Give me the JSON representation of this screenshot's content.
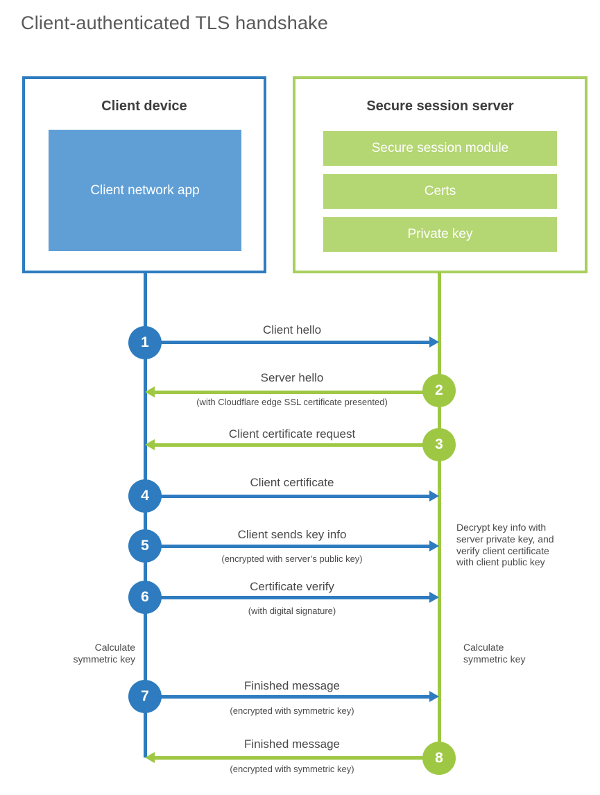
{
  "title": "Client-authenticated TLS handshake",
  "colors": {
    "blue": "#2e7cbf",
    "blue_fill": "#5f9fd6",
    "green": "#9ec843",
    "green_border": "#a9cf5d",
    "green_fill": "#b4d673",
    "heading_text": "#3d3d3d",
    "label_text": "#484848"
  },
  "client": {
    "title": "Client device",
    "app_label": "Client network app"
  },
  "server": {
    "title": "Secure session server",
    "modules": [
      {
        "label": "Secure session module"
      },
      {
        "label": "Certs"
      },
      {
        "label": "Private key"
      }
    ]
  },
  "steps": [
    {
      "num": "1",
      "actor": "client",
      "direction": "right",
      "label": "Client hello",
      "sublabel": ""
    },
    {
      "num": "2",
      "actor": "server",
      "direction": "left",
      "label": "Server hello",
      "sublabel": "(with Cloudflare edge SSL certificate presented)"
    },
    {
      "num": "3",
      "actor": "server",
      "direction": "left",
      "label": "Client certificate request",
      "sublabel": ""
    },
    {
      "num": "4",
      "actor": "client",
      "direction": "right",
      "label": "Client certificate",
      "sublabel": ""
    },
    {
      "num": "5",
      "actor": "client",
      "direction": "right",
      "label": "Client sends key info",
      "sublabel": "(encrypted with server’s public key)"
    },
    {
      "num": "6",
      "actor": "client",
      "direction": "right",
      "label": "Certificate verify",
      "sublabel": "(with digital signature)"
    },
    {
      "num": "7",
      "actor": "client",
      "direction": "right",
      "label": "Finished message",
      "sublabel": "(encrypted with symmetric key)"
    },
    {
      "num": "8",
      "actor": "server",
      "direction": "left",
      "label": "Finished message",
      "sublabel": "(encrypted with symmetric key)"
    }
  ],
  "notes": {
    "decrypt": "Decrypt key info with\nserver private key, and\nverify client certificate\nwith client public key",
    "calc_symmetric_left": "Calculate\nsymmetric key",
    "calc_symmetric_right": "Calculate\nsymmetric key"
  }
}
